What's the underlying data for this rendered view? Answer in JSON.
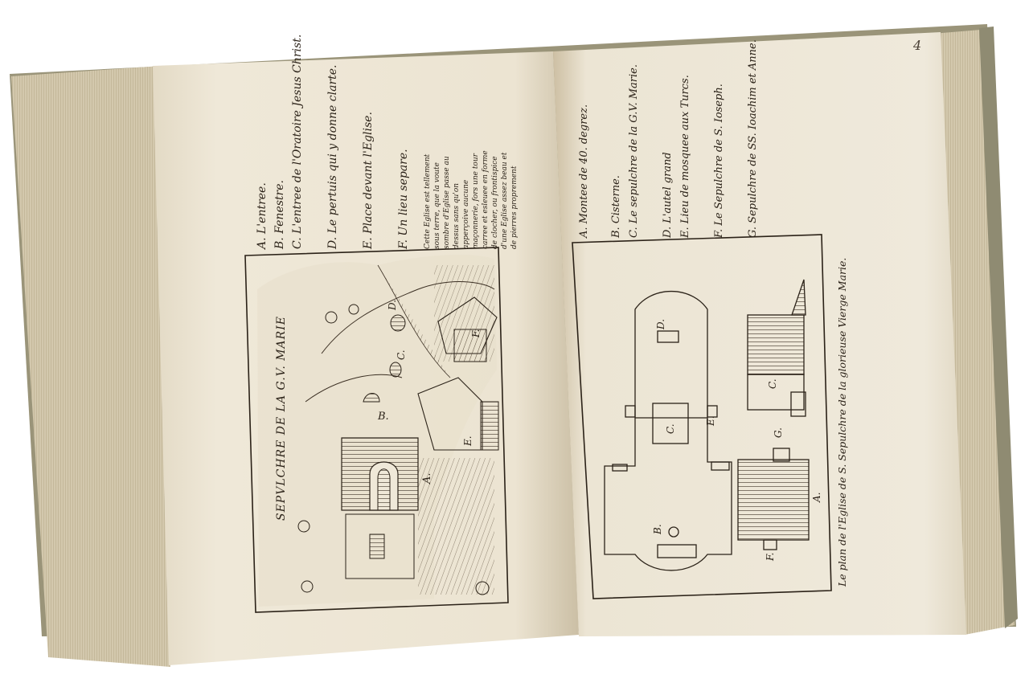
{
  "book": {
    "page_number": "4",
    "left_page": {
      "legend": [
        "A. L'entree.",
        "B. Fenestre.",
        "C. L'entree de l'Oratoire Jesus Christ.",
        "D. Le pertuis qui y donne clarte.",
        "E. Place devant l'Eglise.",
        "F. Un lieu separe."
      ],
      "note": "Cette Eglise est tellement sous terre, que la voute sombre d'Eglise passe au dessus sans qu'on apperçoive aucune maçonnerie, fors une tour carree et esleuee en forme de clocher, ou frontispice d'une Eglise assez beau et de pierres proprement taillees.",
      "plate_title": "SEPVLCHRE DE LA G.V. MARIE",
      "plate_labels": [
        "A.",
        "B.",
        "C.",
        "D.",
        "E.",
        "F."
      ]
    },
    "right_page": {
      "legend": [
        "A. Montee de 40. degrez.",
        "B. Cisterne.",
        "C. Le sepulchre de la G.V. Marie.",
        "D. L'autel grand",
        "E. Lieu de mosquee aux Turcs.",
        "F. Le Sepulchre de S. Ioseph.",
        "G. Sepulchre de SS. Ioachim et Anne."
      ],
      "plan_caption": "Le plan de l'Eglise de S. Sepulchre de la glorieuse Vierge Marie.",
      "plan_labels": [
        "A.",
        "B.",
        "C.",
        "C.",
        "D.",
        "E.",
        "F.",
        "G."
      ]
    }
  },
  "colors": {
    "paper": "#efe8d8",
    "paper_shade": "#ddd3bd",
    "ink": "#2b2218",
    "cover": "#8a8670",
    "page_edges": "#cfc4a8"
  }
}
